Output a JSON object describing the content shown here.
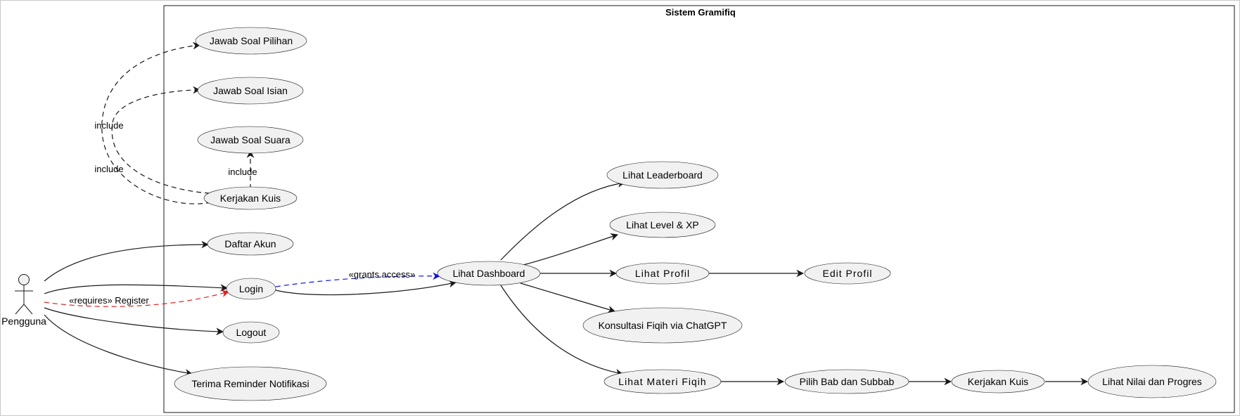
{
  "system": {
    "title": "Sistem Gramifiq"
  },
  "actor": {
    "name": "Pengguna"
  },
  "use_cases": {
    "jawab_pilihan": "Jawab Soal Pilihan",
    "jawab_isian": "Jawab Soal Isian",
    "jawab_suara": "Jawab Soal Suara",
    "kerjakan_kuis_1": "Kerjakan Kuis",
    "daftar_akun": "Daftar Akun",
    "login": "Login",
    "logout": "Logout",
    "reminder": "Terima Reminder Notifikasi",
    "dashboard": "Lihat Dashboard",
    "leaderboard": "Lihat Leaderboard",
    "level_xp": "Lihat Level & XP",
    "profil": "Lihat Profil",
    "edit_profil": "Edit Profil",
    "konsultasi": "Konsultasi Fiqih via ChatGPT",
    "materi": "Lihat Materi Fiqih",
    "bab": "Pilih Bab dan Subbab",
    "kerjakan_kuis_2": "Kerjakan Kuis",
    "nilai": "Lihat Nilai dan Progres"
  },
  "relation_labels": {
    "include_pilihan": "include",
    "include_isian": "include",
    "include_suara": "include",
    "requires": "«requires» Register",
    "grants": "«grants access»"
  },
  "colors": {
    "requires_edge": "#e02020",
    "grants_edge": "#1010e0",
    "usecase_fill": "#f1f1f1",
    "line": "#181818"
  }
}
